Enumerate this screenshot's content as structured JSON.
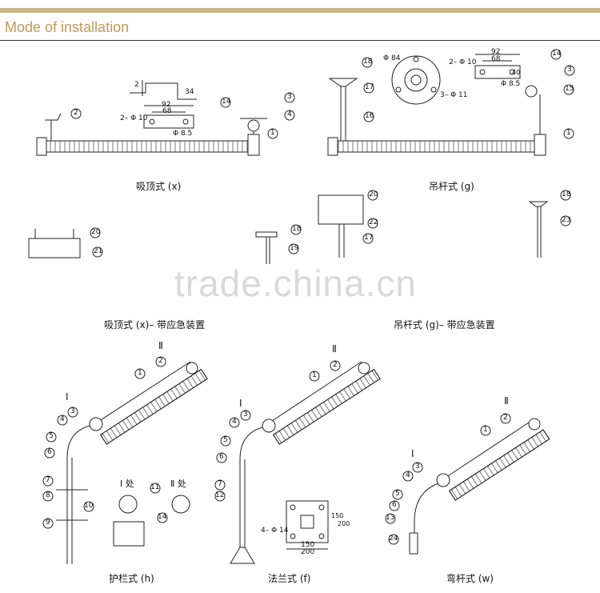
{
  "header": {
    "title": "Mode of installation"
  },
  "watermark": "trade.china.cn",
  "captions": {
    "ceiling": "吸顶式 (x)",
    "rod": "吊杆式 (g)",
    "ceiling_emergency": "吸顶式 (x)– 带应急装置",
    "rod_emergency": "吊杆式 (g)– 带应急装置",
    "guardrail": "护栏式 (h)",
    "flange": "法兰式 (f)",
    "bent_rod": "弯杆式 (w)"
  },
  "dims": {
    "d92": "92",
    "d68": "68",
    "d2phi10": "2– Φ 10",
    "dphi85": "Φ 8.5",
    "d34": "34",
    "d2": "2",
    "dphi84": "Φ 84",
    "d3phi11": "3– Φ 11",
    "d40": "40",
    "d4phi14": "4– Φ 14",
    "d150": "150",
    "d200": "200"
  },
  "callouts": [
    "1",
    "2",
    "3",
    "4",
    "5",
    "6",
    "7",
    "8",
    "9",
    "10",
    "11",
    "12",
    "13",
    "14",
    "15",
    "16",
    "17",
    "18",
    "19",
    "20",
    "21",
    "22",
    "23",
    "24"
  ],
  "detail": {
    "label1": "Ⅰ 处",
    "label2": "Ⅱ 处",
    "roman1": "Ⅰ",
    "roman2": "Ⅱ"
  }
}
